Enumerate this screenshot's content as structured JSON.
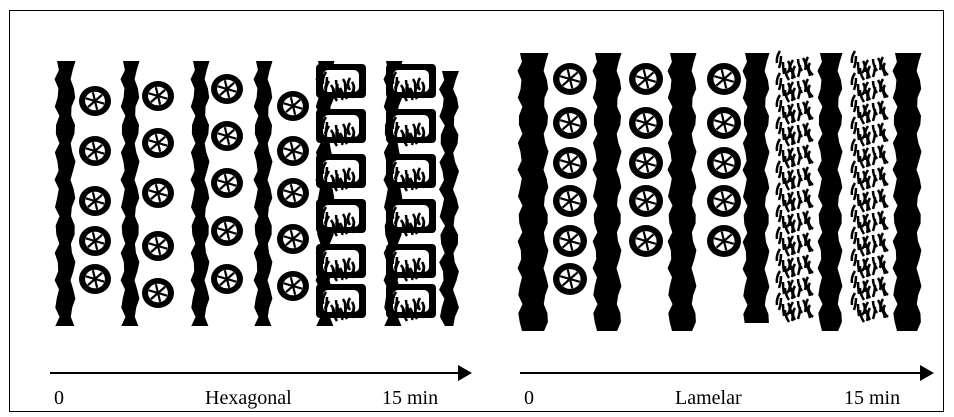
{
  "colors": {
    "ink": "#000000",
    "paper": "#ffffff"
  },
  "panels": [
    {
      "axis_start": "0",
      "axis_label": "Hexagonal",
      "axis_end": "15 min"
    },
    {
      "axis_start": "0",
      "axis_label": "Lamelar",
      "axis_end": "15 min"
    }
  ]
}
